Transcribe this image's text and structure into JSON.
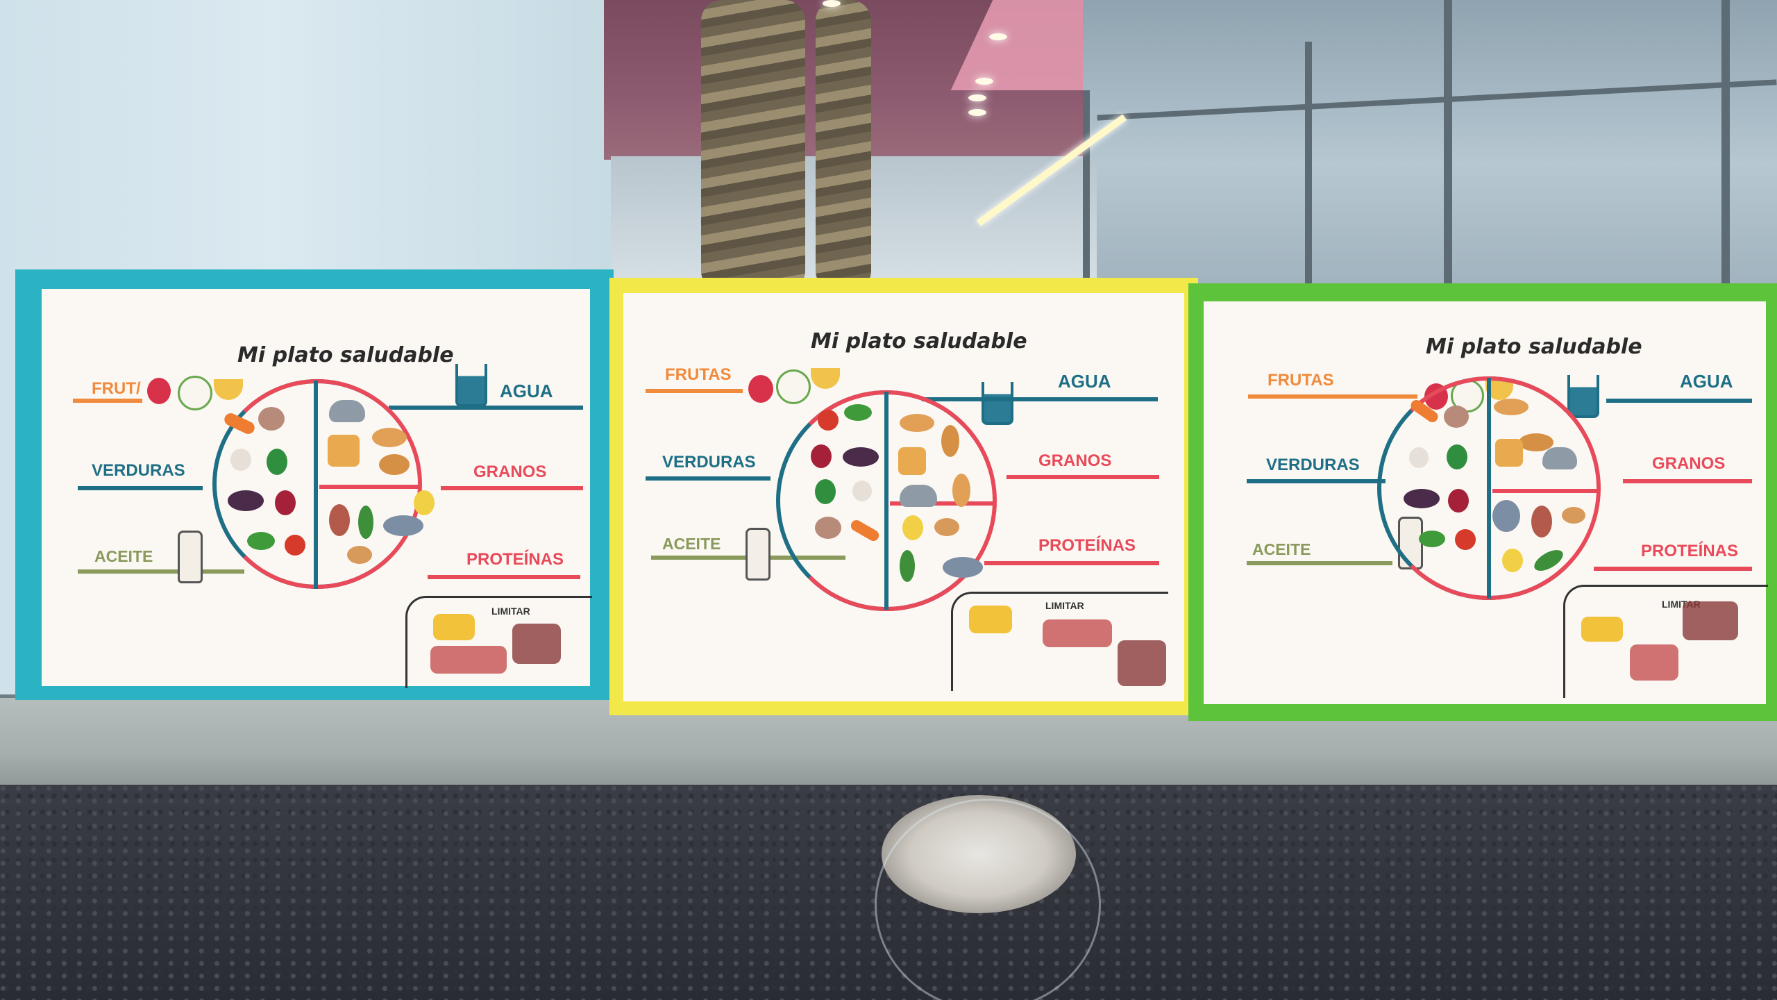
{
  "posters": [
    {
      "title": "Mi plato saludable",
      "frame_color": "#2bb3c4",
      "labels": {
        "frutas": "FRUT/",
        "agua": "AGUA",
        "verduras": "VERDURAS",
        "granos": "GRANOS",
        "aceite": "ACEITE",
        "proteinas": "PROTEÍNAS",
        "limitar": "LIMITAR"
      }
    },
    {
      "title": "Mi plato saludable",
      "frame_color": "#f2e84a",
      "labels": {
        "frutas": "FRUTAS",
        "agua": "AGUA",
        "verduras": "VERDURAS",
        "granos": "GRANOS",
        "aceite": "ACEITE",
        "proteinas": "PROTEÍNAS",
        "limitar": "LIMITAR"
      }
    },
    {
      "title": "Mi plato saludable",
      "frame_color": "#5cc33a",
      "labels": {
        "frutas": "FRUTAS",
        "agua": "AGUA",
        "verduras": "VERDURAS",
        "granos": "GRANOS",
        "aceite": "ACEITE",
        "proteinas": "PROTEÍNAS",
        "limitar": "LIMITAR"
      }
    }
  ],
  "colors": {
    "frutas": "#f08a3c",
    "agua": "#1e6f86",
    "verduras": "#1e6f86",
    "granos": "#e84a5a",
    "aceite": "#8a9a5c",
    "proteinas": "#e84a5a"
  }
}
